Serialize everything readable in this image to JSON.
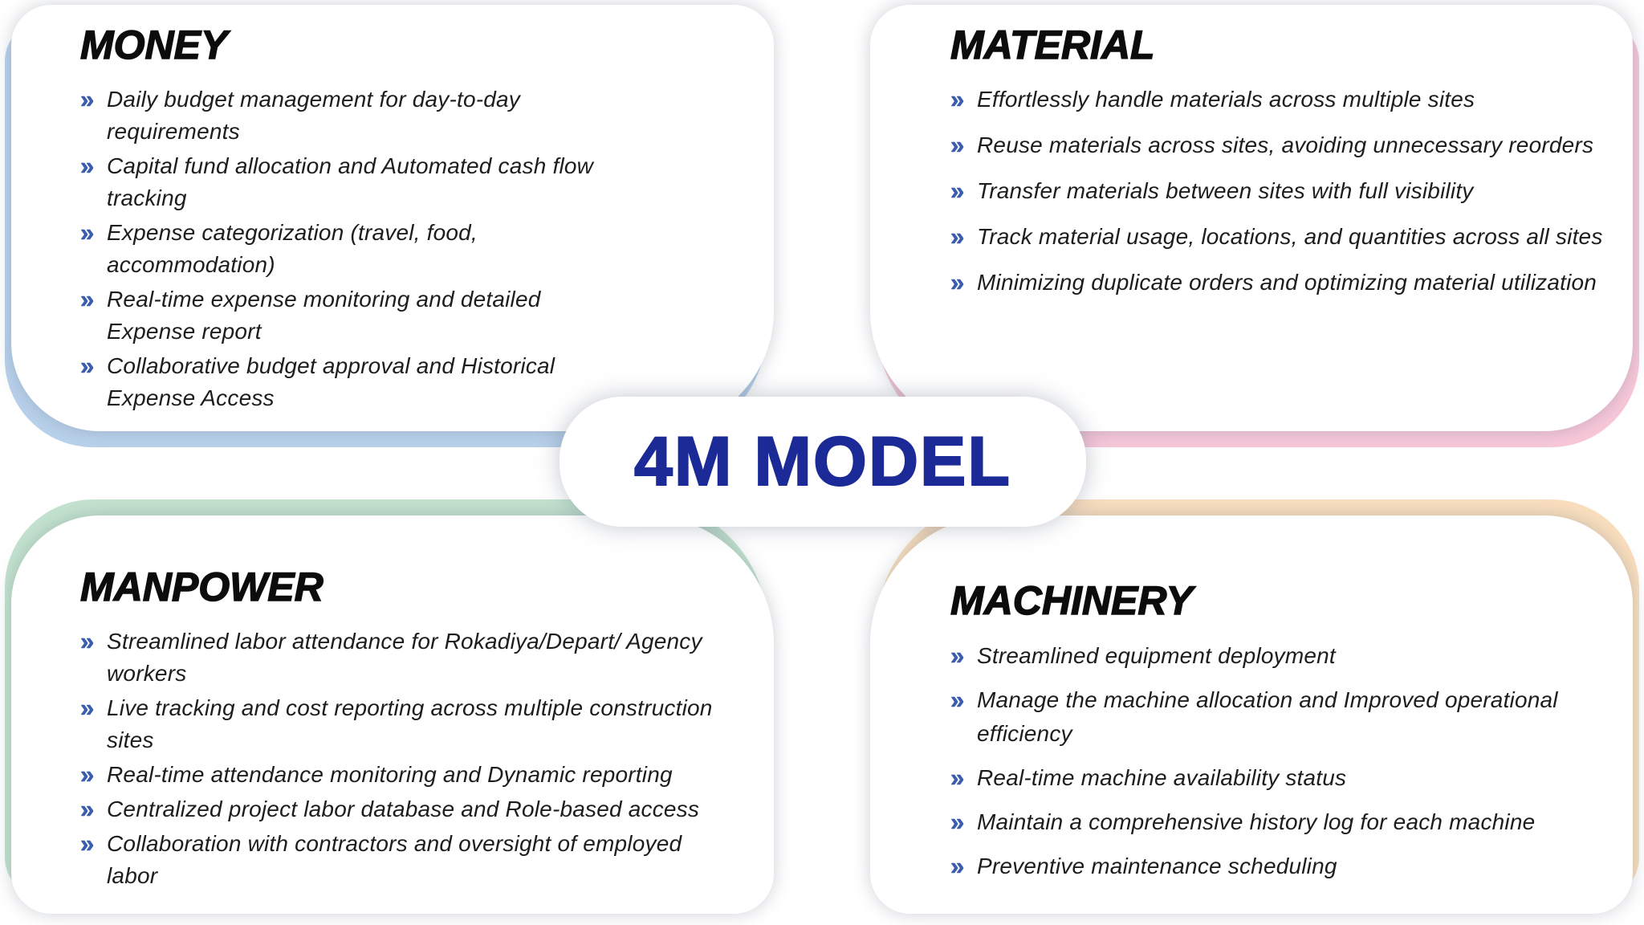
{
  "center_badge": {
    "label": "4M MODEL",
    "text_color": "#1b2a96",
    "background": "#ffffff"
  },
  "bullet_icon": {
    "glyph": "»",
    "color": "#3a5dae",
    "name": "double-chevron-right"
  },
  "quadrants": [
    {
      "id": "money",
      "position": "top-left",
      "title": "MONEY",
      "accent_color": "#b9d2ec",
      "items": [
        "Daily budget management for day-to-day requirements",
        "Capital fund allocation and Automated cash flow tracking",
        "Expense categorization (travel, food, accommodation)",
        "Real-time expense monitoring and detailed Expense report",
        "Collaborative budget approval and Historical Expense Access"
      ]
    },
    {
      "id": "material",
      "position": "top-right",
      "title": "MATERIAL",
      "accent_color": "#f8c8d9",
      "items": [
        "Effortlessly handle materials across multiple sites",
        "Reuse materials across sites, avoiding unnecessary reorders",
        "Transfer materials between sites with full visibility",
        "Track material usage, locations, and quantities across all sites",
        "Minimizing duplicate orders and optimizing material utilization"
      ]
    },
    {
      "id": "manpower",
      "position": "bottom-left",
      "title": "MANPOWER",
      "accent_color": "#c3e3cf",
      "items": [
        "Streamlined labor attendance for Rokadiya/Depart/ Agency workers",
        "Live tracking and cost reporting across multiple construction sites",
        "Real-time attendance monitoring and Dynamic reporting",
        "Centralized project labor database and Role-based access",
        "Collaboration with contractors and oversight of employed labor"
      ]
    },
    {
      "id": "machinery",
      "position": "bottom-right",
      "title": "MACHINERY",
      "accent_color": "#fadfbe",
      "items": [
        "Streamlined equipment deployment",
        "Manage the machine allocation and Improved operational efficiency",
        "Real-time machine availability status",
        "Maintain a comprehensive history log for each machine",
        "Preventive maintenance scheduling"
      ]
    }
  ]
}
